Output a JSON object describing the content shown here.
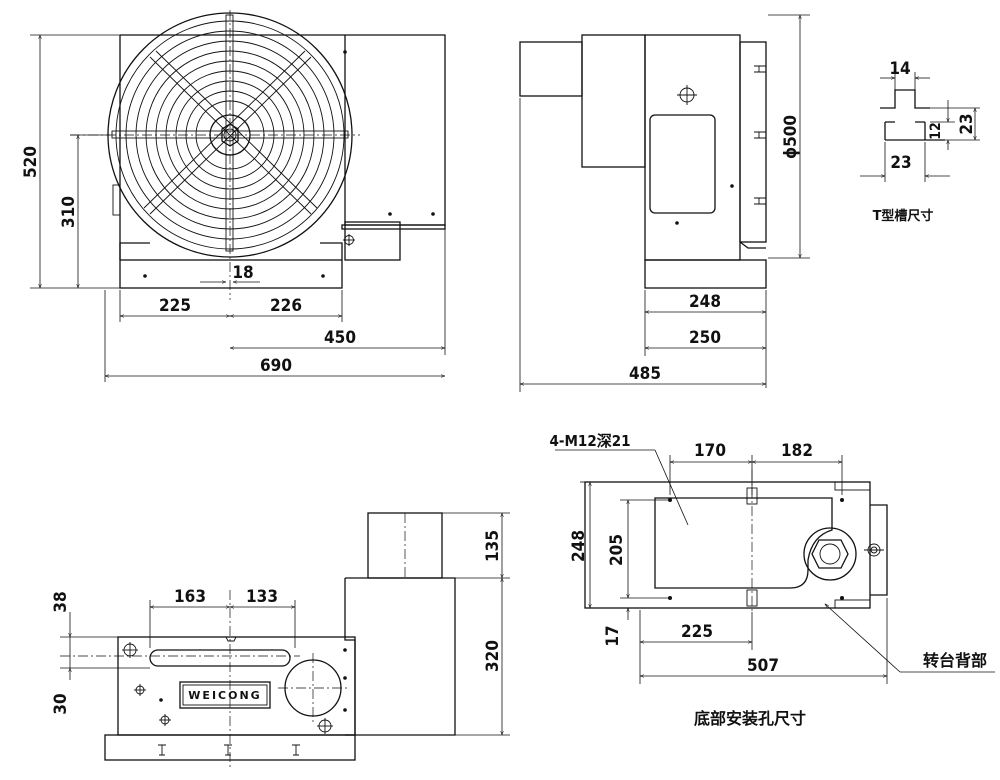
{
  "front_view": {
    "dims": {
      "height_total": "520",
      "height_center": "310",
      "slot_width": "18",
      "left_half": "225",
      "right_half": "226",
      "offset": "450",
      "width_total": "690"
    }
  },
  "side_view": {
    "dims": {
      "table_diameter": "ϕ500",
      "base_depth_inner": "248",
      "base_depth": "250",
      "length_total": "485"
    }
  },
  "t_slot": {
    "caption": "T型槽尺寸",
    "dims": {
      "top_width": "14",
      "depth_upper": "12",
      "depth_total": "23",
      "bottom_width": "23"
    }
  },
  "bottom_view": {
    "caption": "底部安装孔尺寸",
    "callout": "4-M12深21",
    "back_label": "转台背部",
    "dims": {
      "hole_x_left": "170",
      "hole_x_right": "182",
      "width": "248",
      "hole_y": "205",
      "hole_offset": "17",
      "hole_x_dist": "225",
      "length": "507"
    }
  },
  "rear_view": {
    "nameplate": "WEICONG",
    "dims": {
      "slot_left": "163",
      "slot_right": "133",
      "top_offset": "38",
      "bottom_offset": "30",
      "motor_height": "135",
      "body_height": "320"
    }
  }
}
